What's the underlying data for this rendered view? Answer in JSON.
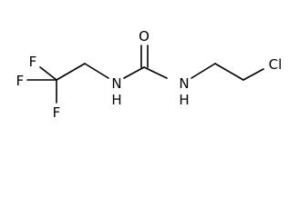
{
  "molecule": {
    "atoms": {
      "o": "O",
      "nh_left": "N",
      "h_left": "H",
      "nh_right": "N",
      "h_right": "H",
      "cl": "Cl",
      "f_left": "F",
      "f_top": "F",
      "f_bottom": "F"
    },
    "colors": {
      "bond": "#000000",
      "text": "#000000",
      "background": "#ffffff"
    }
  }
}
